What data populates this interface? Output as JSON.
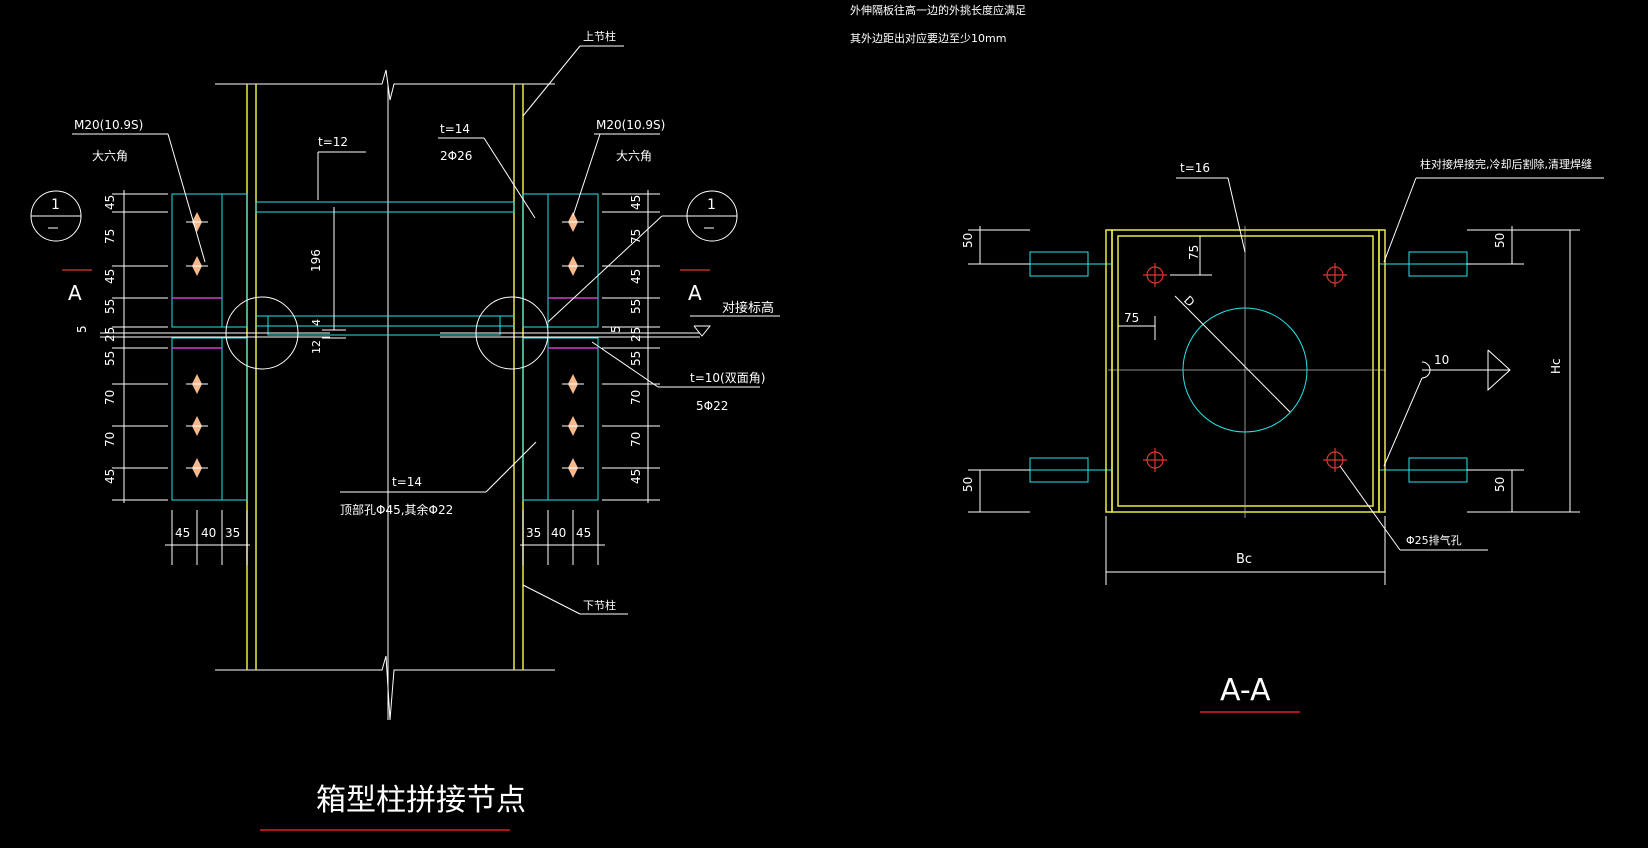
{
  "notes": {
    "line1": "外伸隔板往高一边的外挑长度应满足",
    "line2": "其外边距出对应要边至少10mm"
  },
  "left": {
    "title": "箱型柱拼接节点",
    "label_upper_col": "上节柱",
    "label_lower_col": "下节柱",
    "bolt_left": "M20(10.9S)",
    "bolt_left_sub": "大六角",
    "bolt_right": "M20(10.9S)",
    "bolt_right_sub": "大六角",
    "plate_t12": "t=12",
    "plate_t14_top": "t=14",
    "plate_t14_top_sub": "2Φ26",
    "plate_t10": "t=10(双面角)",
    "plate_t10_sub": "5Φ22",
    "plate_t14_bot": "t=14",
    "plate_t14_bot_sub": "顶部孔Φ45,其余Φ22",
    "elevation_label": "对接标高",
    "section_mark": "A",
    "detail_num": "1",
    "dims_left": [
      "45",
      "75",
      "45",
      "55",
      "25",
      "5",
      "55",
      "70",
      "70",
      "45"
    ],
    "dims_right": [
      "45",
      "75",
      "45",
      "55",
      "25",
      "5",
      "55",
      "70",
      "70",
      "45"
    ],
    "dims_bottom_left": [
      "45",
      "40",
      "35"
    ],
    "dims_bottom_right": [
      "35",
      "40",
      "45"
    ],
    "dim_196": "196",
    "dim_4": "4",
    "dim_12": "12"
  },
  "right": {
    "title": "A-A",
    "plate_t16": "t=16",
    "weld_note": "柱对接焊接完,冷却后割除,清理焊缝",
    "vent_hole": "Φ25排气孔",
    "dim_B": "Bc",
    "dim_H": "Hc",
    "dim_D": "D",
    "dim_75a": "75",
    "dim_75b": "75",
    "dim_50": [
      "50",
      "50",
      "50",
      "50"
    ],
    "weld_size": "10"
  }
}
